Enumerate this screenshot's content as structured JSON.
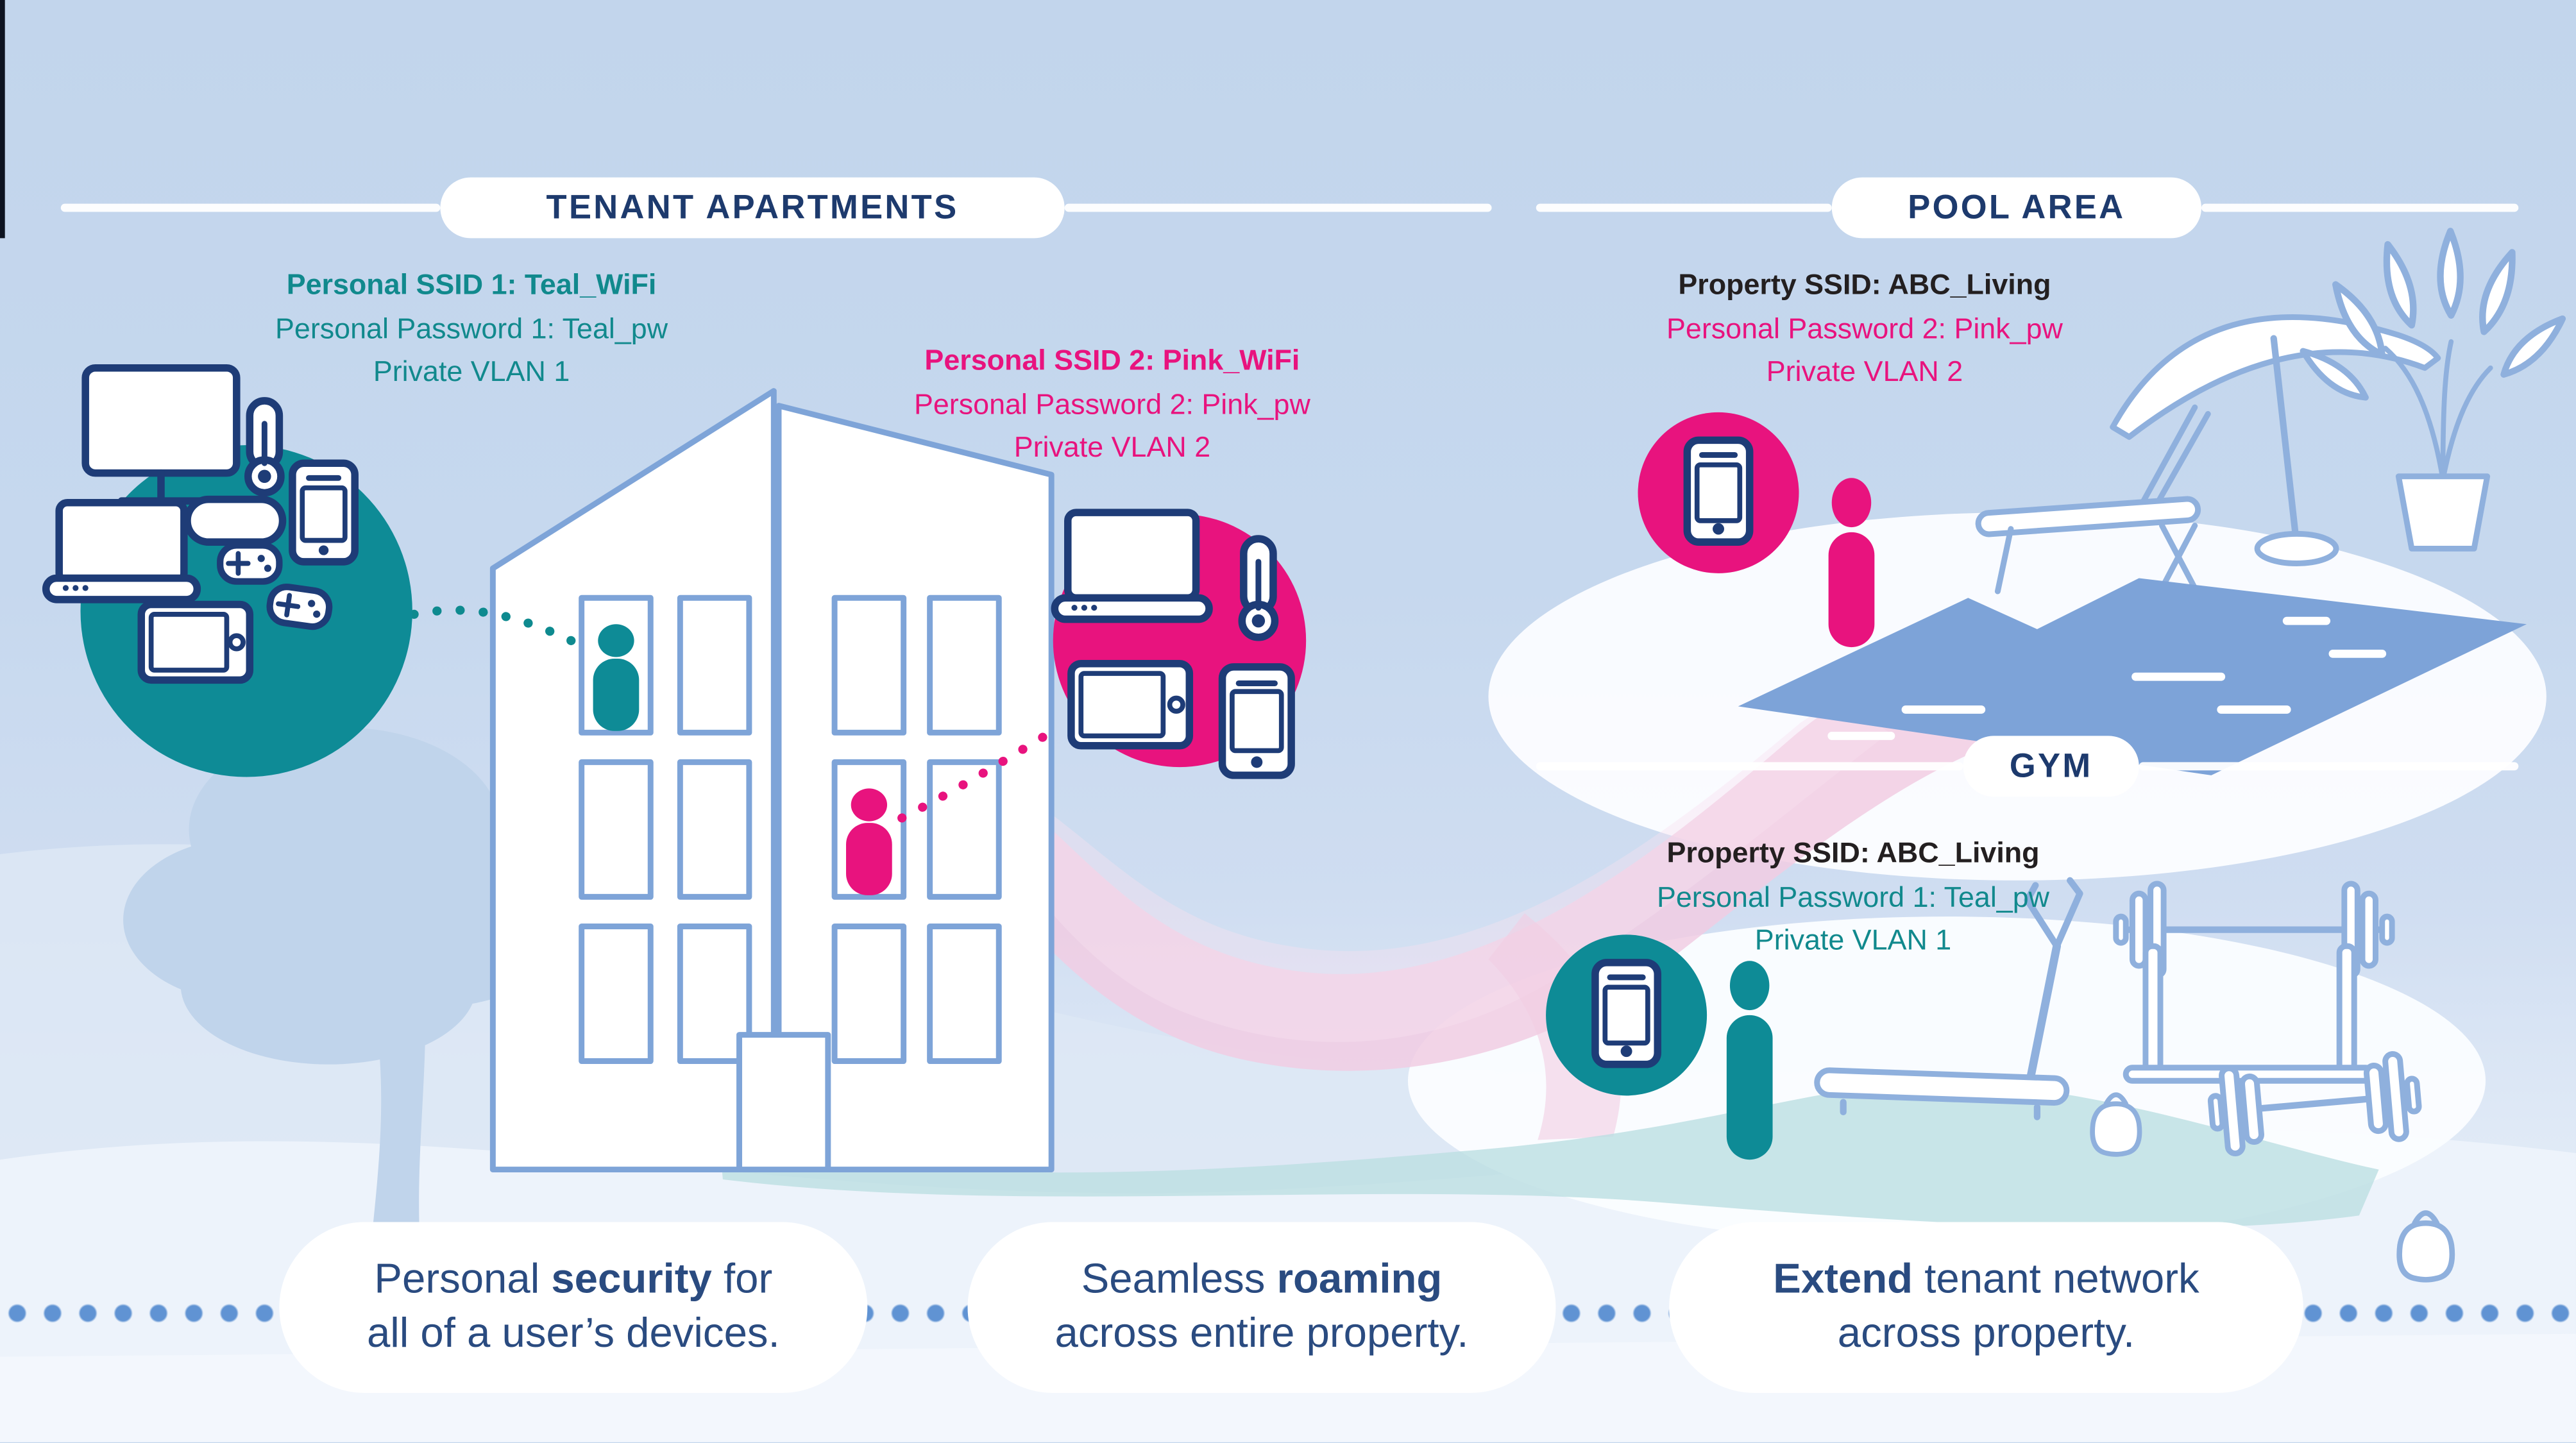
{
  "palette": {
    "navy_outline": "#1e3c77",
    "header_navy": "#1d3a6d",
    "teal": "#11898d",
    "teal_circle": "#0e8b96",
    "pink": "#e8137e",
    "pink_circle": "#e8137e",
    "light_blue_lineart": "#8fb0dd",
    "pool_water": "#7da3d8",
    "background": "#c2d5ec",
    "dot_blue": "#6093d3",
    "black_text": "#231f20",
    "bubble_text": "#2a4b80"
  },
  "sections": {
    "tenant_apartments": {
      "title": "TENANT APARTMENTS",
      "teal_network": {
        "ssid": "Personal SSID 1: Teal_WiFi",
        "password": "Personal Password 1: Teal_pw",
        "vlan": "Private VLAN 1",
        "device_icons": [
          "monitor-icon",
          "thermostat-icon",
          "smartphone-icon",
          "remote-icon",
          "laptop-icon",
          "gamepad-icon",
          "gamepad-icon",
          "tablet-icon"
        ]
      },
      "pink_network": {
        "ssid": "Personal SSID 2: Pink_WiFi",
        "password": "Personal Password 2: Pink_pw",
        "vlan": "Private VLAN 2",
        "device_icons": [
          "laptop-icon",
          "thermostat-icon",
          "tablet-icon",
          "smartphone-icon"
        ]
      }
    },
    "pool_area": {
      "title": "POOL AREA",
      "ssid": "Property SSID: ABC_Living",
      "password": "Personal Password 2: Pink_pw",
      "vlan": "Private VLAN 2",
      "scene_icons": [
        "smartphone-icon",
        "person-icon",
        "lounge-chair-icon",
        "umbrella-icon",
        "plant-icon",
        "pool-icon"
      ]
    },
    "gym": {
      "title": "GYM",
      "ssid": "Property SSID: ABC_Living",
      "password": "Personal Password 1: Teal_pw",
      "vlan": "Private VLAN 1",
      "scene_icons": [
        "smartphone-icon",
        "person-icon",
        "treadmill-icon",
        "barbell-rack-icon",
        "dumbbell-icon",
        "kettlebell-icon"
      ]
    }
  },
  "benefits": [
    {
      "pre": "Personal ",
      "bold": "security",
      "post": " for",
      "line2": "all of a user’s devices."
    },
    {
      "pre": "Seamless ",
      "bold": "roaming",
      "post": "",
      "line2": "across entire property."
    },
    {
      "pre": "",
      "bold": "Extend",
      "post": " tenant network",
      "line2": "across property."
    }
  ]
}
